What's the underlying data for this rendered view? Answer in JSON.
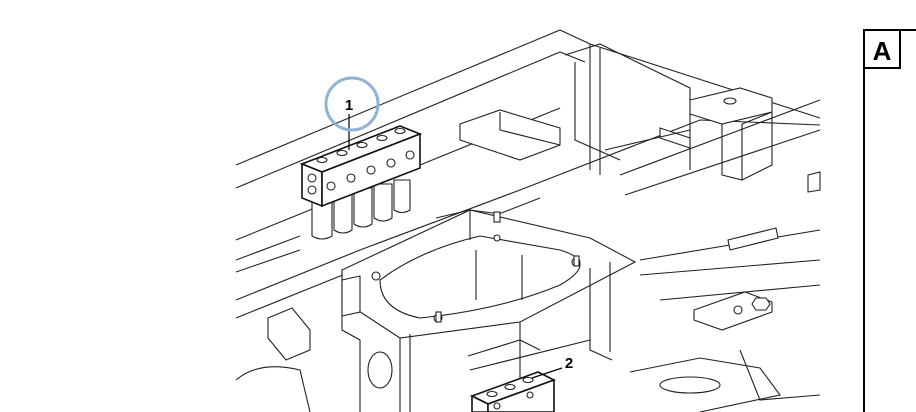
{
  "callouts": [
    {
      "id": "1",
      "label": "1"
    },
    {
      "id": "2",
      "label": "2"
    }
  ],
  "section_tab": {
    "label": "A"
  },
  "colors": {
    "highlight_ring": "#8fb3d6",
    "line": "#222222",
    "background": "#ffffff"
  }
}
